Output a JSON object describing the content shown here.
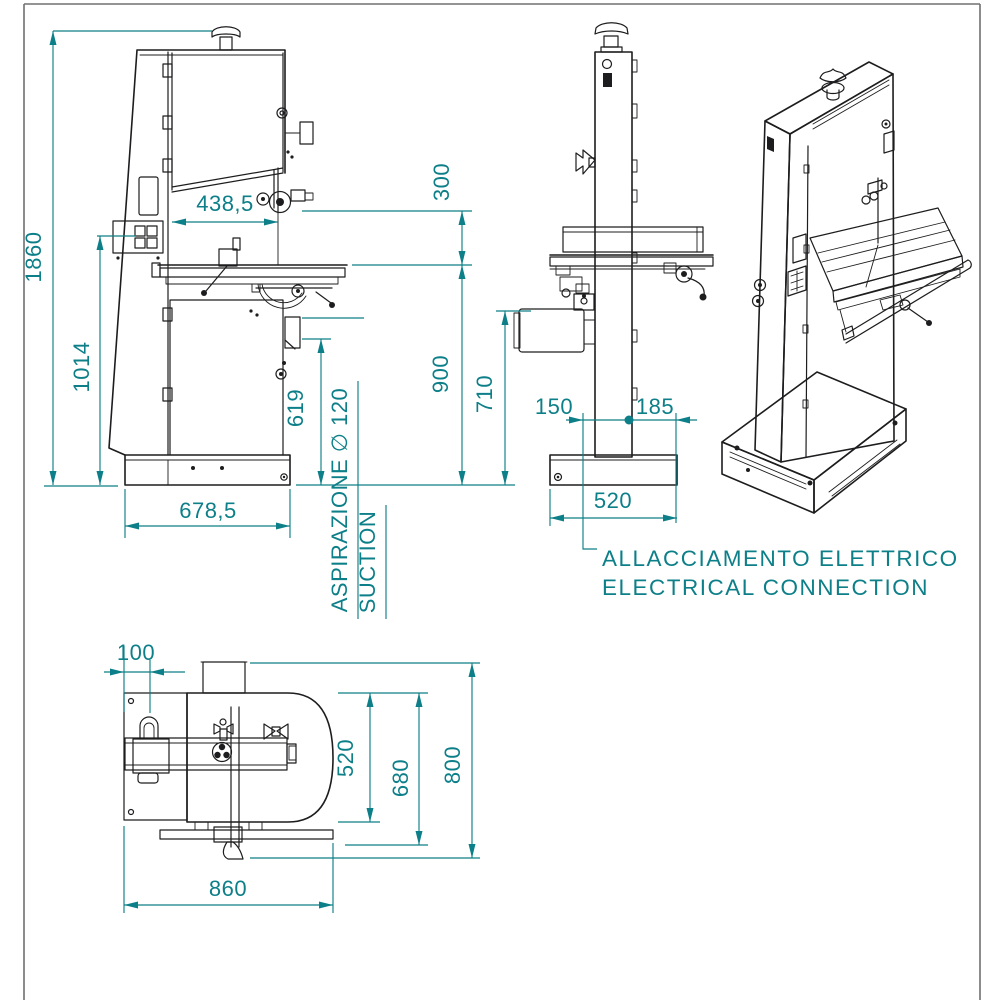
{
  "page": {
    "background": "#ffffff",
    "frame_color": "#707070",
    "ink_color": "#1d1d1f",
    "accent_color": "#0d7f88"
  },
  "dimensions": {
    "front": {
      "overall_height": "1860",
      "frame_height": "1014",
      "throat_width": "438,5",
      "cutting_height": "300",
      "table_height": "900",
      "suction_height": "619",
      "base_width": "678,5"
    },
    "side": {
      "motor_height": "710",
      "conn_offset_a": "150",
      "conn_offset_b": "185",
      "base_depth": "520"
    },
    "top": {
      "fence_offset": "100",
      "table_depth": "520",
      "body_depth": "680",
      "overall_depth": "800",
      "overall_width": "860"
    }
  },
  "labels": {
    "suction_it": "ASPIRAZIONE ∅ 120",
    "suction_en": "SUCTION",
    "electrical_it": "ALLACCIAMENTO ELETTRICO",
    "electrical_en": "ELECTRICAL CONNECTION"
  }
}
